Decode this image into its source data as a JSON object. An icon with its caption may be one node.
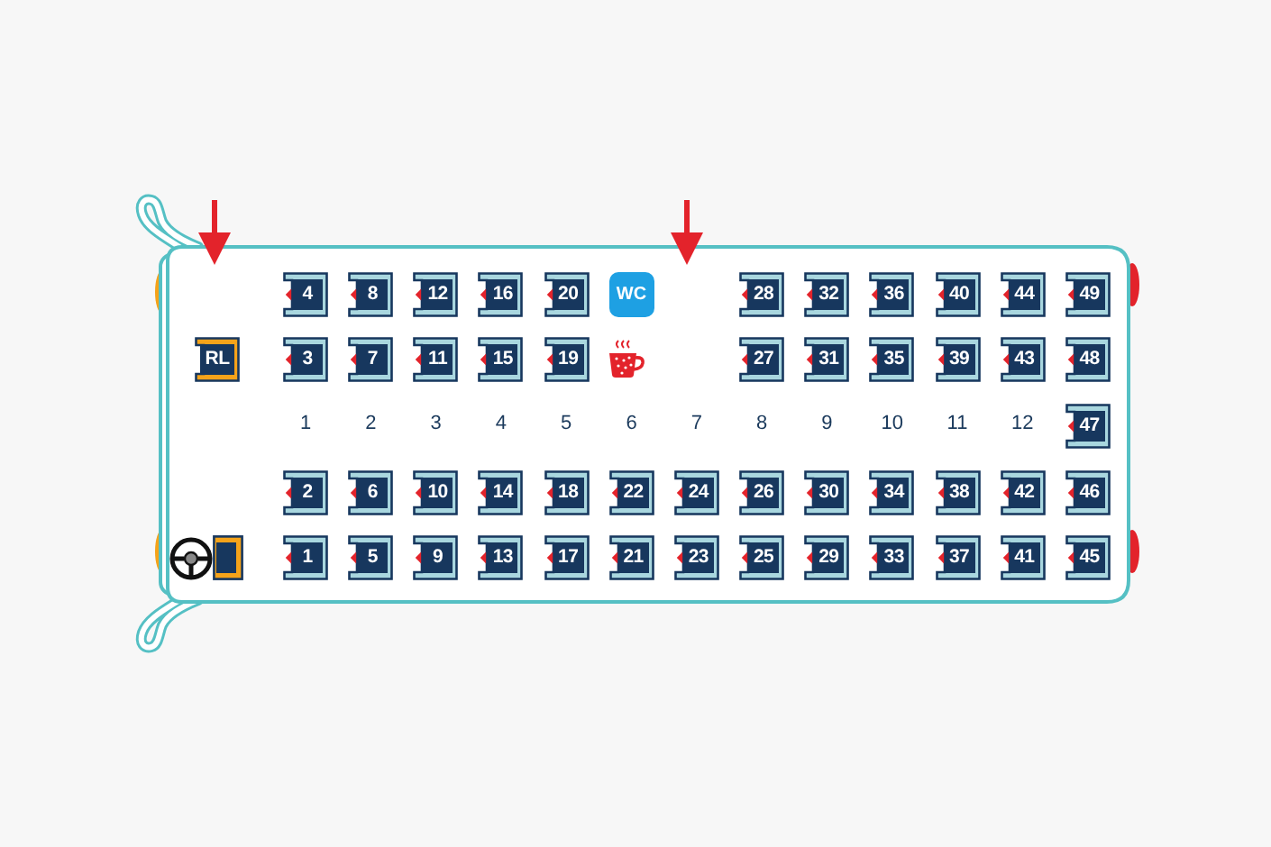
{
  "diagram": {
    "nodes": [
      {
        "text": [
          "4"
        ]
      },
      {
        "text": [
          "8"
        ]
      },
      {
        "text": [
          "12"
        ]
      },
      {
        "text": [
          "16"
        ]
      },
      {
        "text": [
          "20"
        ]
      },
      {
        "text": [
          "WC"
        ]
      },
      {
        "text": [
          "28"
        ]
      },
      {
        "text": [
          "32"
        ]
      },
      {
        "text": [
          "36"
        ]
      },
      {
        "text": [
          "40"
        ]
      },
      {
        "text": [
          "44"
        ]
      },
      {
        "text": [
          "49"
        ]
      },
      {
        "text": [
          "RL"
        ]
      },
      {
        "text": [
          "3"
        ]
      },
      {
        "text": [
          "7"
        ]
      },
      {
        "text": [
          "11"
        ]
      },
      {
        "text": [
          "15"
        ]
      },
      {
        "text": [
          "19"
        ]
      },
      {
        "text": [
          "27"
        ]
      },
      {
        "text": [
          "31"
        ]
      },
      {
        "text": [
          "35"
        ]
      },
      {
        "text": [
          "39"
        ]
      },
      {
        "text": [
          "43"
        ]
      },
      {
        "text": [
          "48"
        ]
      },
      {
        "text": [
          "47"
        ]
      },
      {
        "text": [
          "2"
        ]
      },
      {
        "text": [
          "6"
        ]
      },
      {
        "text": [
          "10"
        ]
      },
      {
        "text": [
          "14"
        ]
      },
      {
        "text": [
          "18"
        ]
      },
      {
        "text": [
          "22"
        ]
      },
      {
        "text": [
          "24"
        ]
      },
      {
        "text": [
          "26"
        ]
      },
      {
        "text": [
          "30"
        ]
      },
      {
        "text": [
          "34"
        ]
      },
      {
        "text": [
          "38"
        ]
      },
      {
        "text": [
          "42"
        ]
      },
      {
        "text": [
          "46"
        ]
      },
      {
        "text": [],
        "shape": "box"
      },
      {
        "text": [
          "1"
        ]
      },
      {
        "text": [
          "5"
        ]
      },
      {
        "text": [
          "9"
        ]
      },
      {
        "text": [
          "13"
        ]
      },
      {
        "text": [
          "17"
        ]
      },
      {
        "text": [
          "21"
        ]
      },
      {
        "text": [
          "23"
        ]
      },
      {
        "text": [
          "25"
        ]
      },
      {
        "text": [
          "29"
        ]
      },
      {
        "text": [
          "33"
        ]
      },
      {
        "text": [
          "37"
        ]
      },
      {
        "text": [
          "41"
        ]
      },
      {
        "text": [
          "45"
        ]
      }
    ],
    "labels": [
      "1",
      "2",
      "3",
      "4",
      "5",
      "6",
      "7",
      "8",
      "9",
      "10",
      "11",
      "12"
    ]
  }
}
